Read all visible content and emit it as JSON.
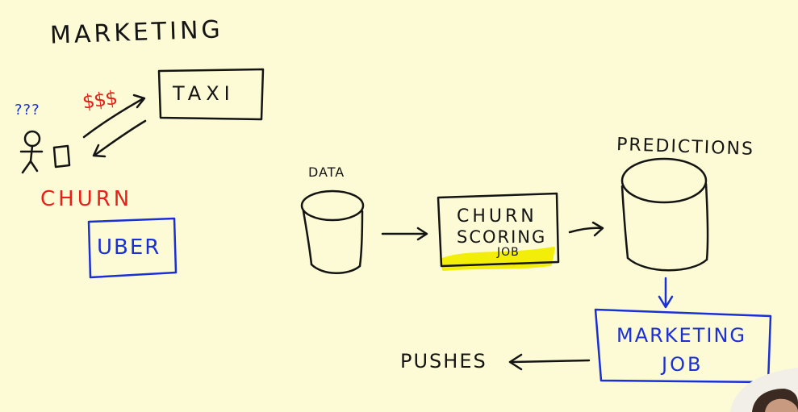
{
  "title": "MARKETING",
  "left": {
    "question": "???",
    "money": "$$$",
    "taxi": "TAXI",
    "churn": "CHURN",
    "uber": "UBER"
  },
  "pipeline": {
    "data": "DATA",
    "churn_job_line1": "CHURN",
    "churn_job_line2": "SCORING",
    "churn_job_line3": "JOB",
    "predictions": "PREDICTIONS",
    "marketing_job_line1": "MARKETING",
    "marketing_job_line2": "JOB",
    "pushes": "PUSHES"
  },
  "colors": {
    "ink": "#141414",
    "red": "#e8201a",
    "blue": "#1a2fd6",
    "highlight": "#f2ee00",
    "background": "#fdfbd6"
  }
}
